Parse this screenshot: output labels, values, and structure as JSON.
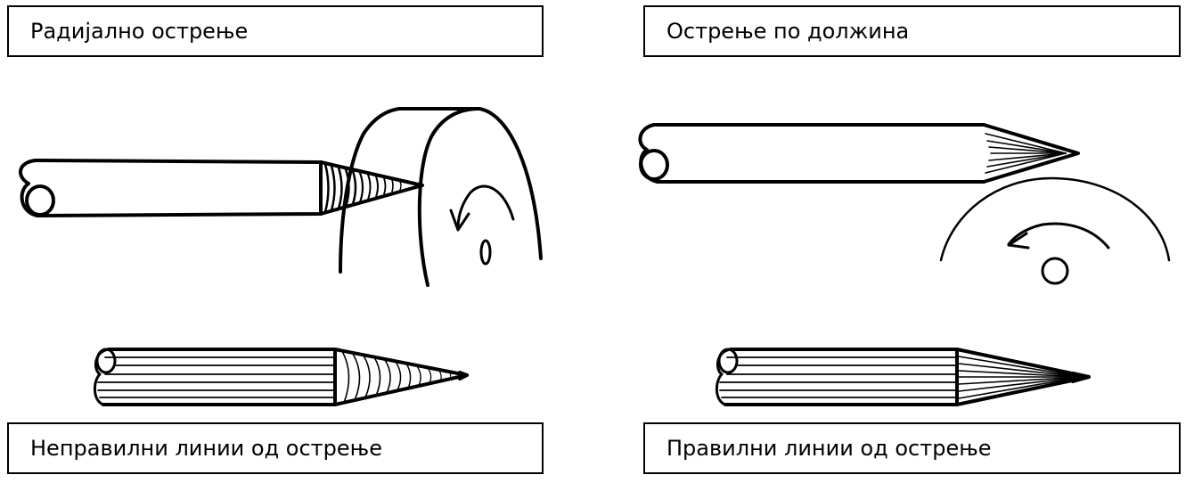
{
  "labels": {
    "radial_sharpening": "Радијално острење",
    "lengthwise_sharpening": "Острење по должина",
    "incorrect_lines": "Неправилни линии од острење",
    "correct_lines": "Правилни линии од острење"
  },
  "colors": {
    "stroke": "#000000",
    "background": "#ffffff"
  }
}
